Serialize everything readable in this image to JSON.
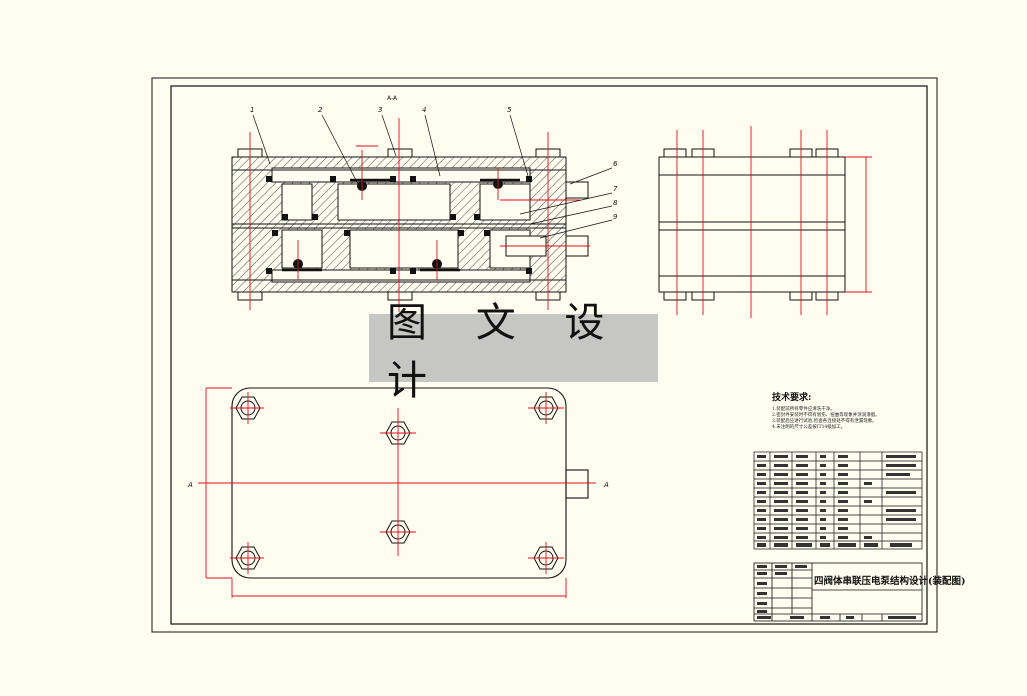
{
  "watermark": {
    "text": "图 文 设 计"
  },
  "section_label": "A-A",
  "part_labels": [
    "1",
    "2",
    "3",
    "4",
    "5",
    "6",
    "7",
    "8",
    "9"
  ],
  "view_marks": {
    "left": "A",
    "right": "A"
  },
  "technical_requirements": {
    "title": "技术要求:",
    "lines": [
      "1.装配前所有零件应清洗干净。",
      "2.密封件安装时不得有划伤、扭曲等现象并涂润滑脂。",
      "3.装配后应进行试验,检查各连接处不得有泄漏现象。",
      "4.未注明的尺寸公差按IT14级加工。"
    ]
  },
  "drawing_title": "四阀体串联压电泵结构设计(装配图)",
  "colors": {
    "outline": "#1a1a1a",
    "center_line": "#e0101c",
    "hatch": "#222222",
    "background": "#fffdf0"
  }
}
